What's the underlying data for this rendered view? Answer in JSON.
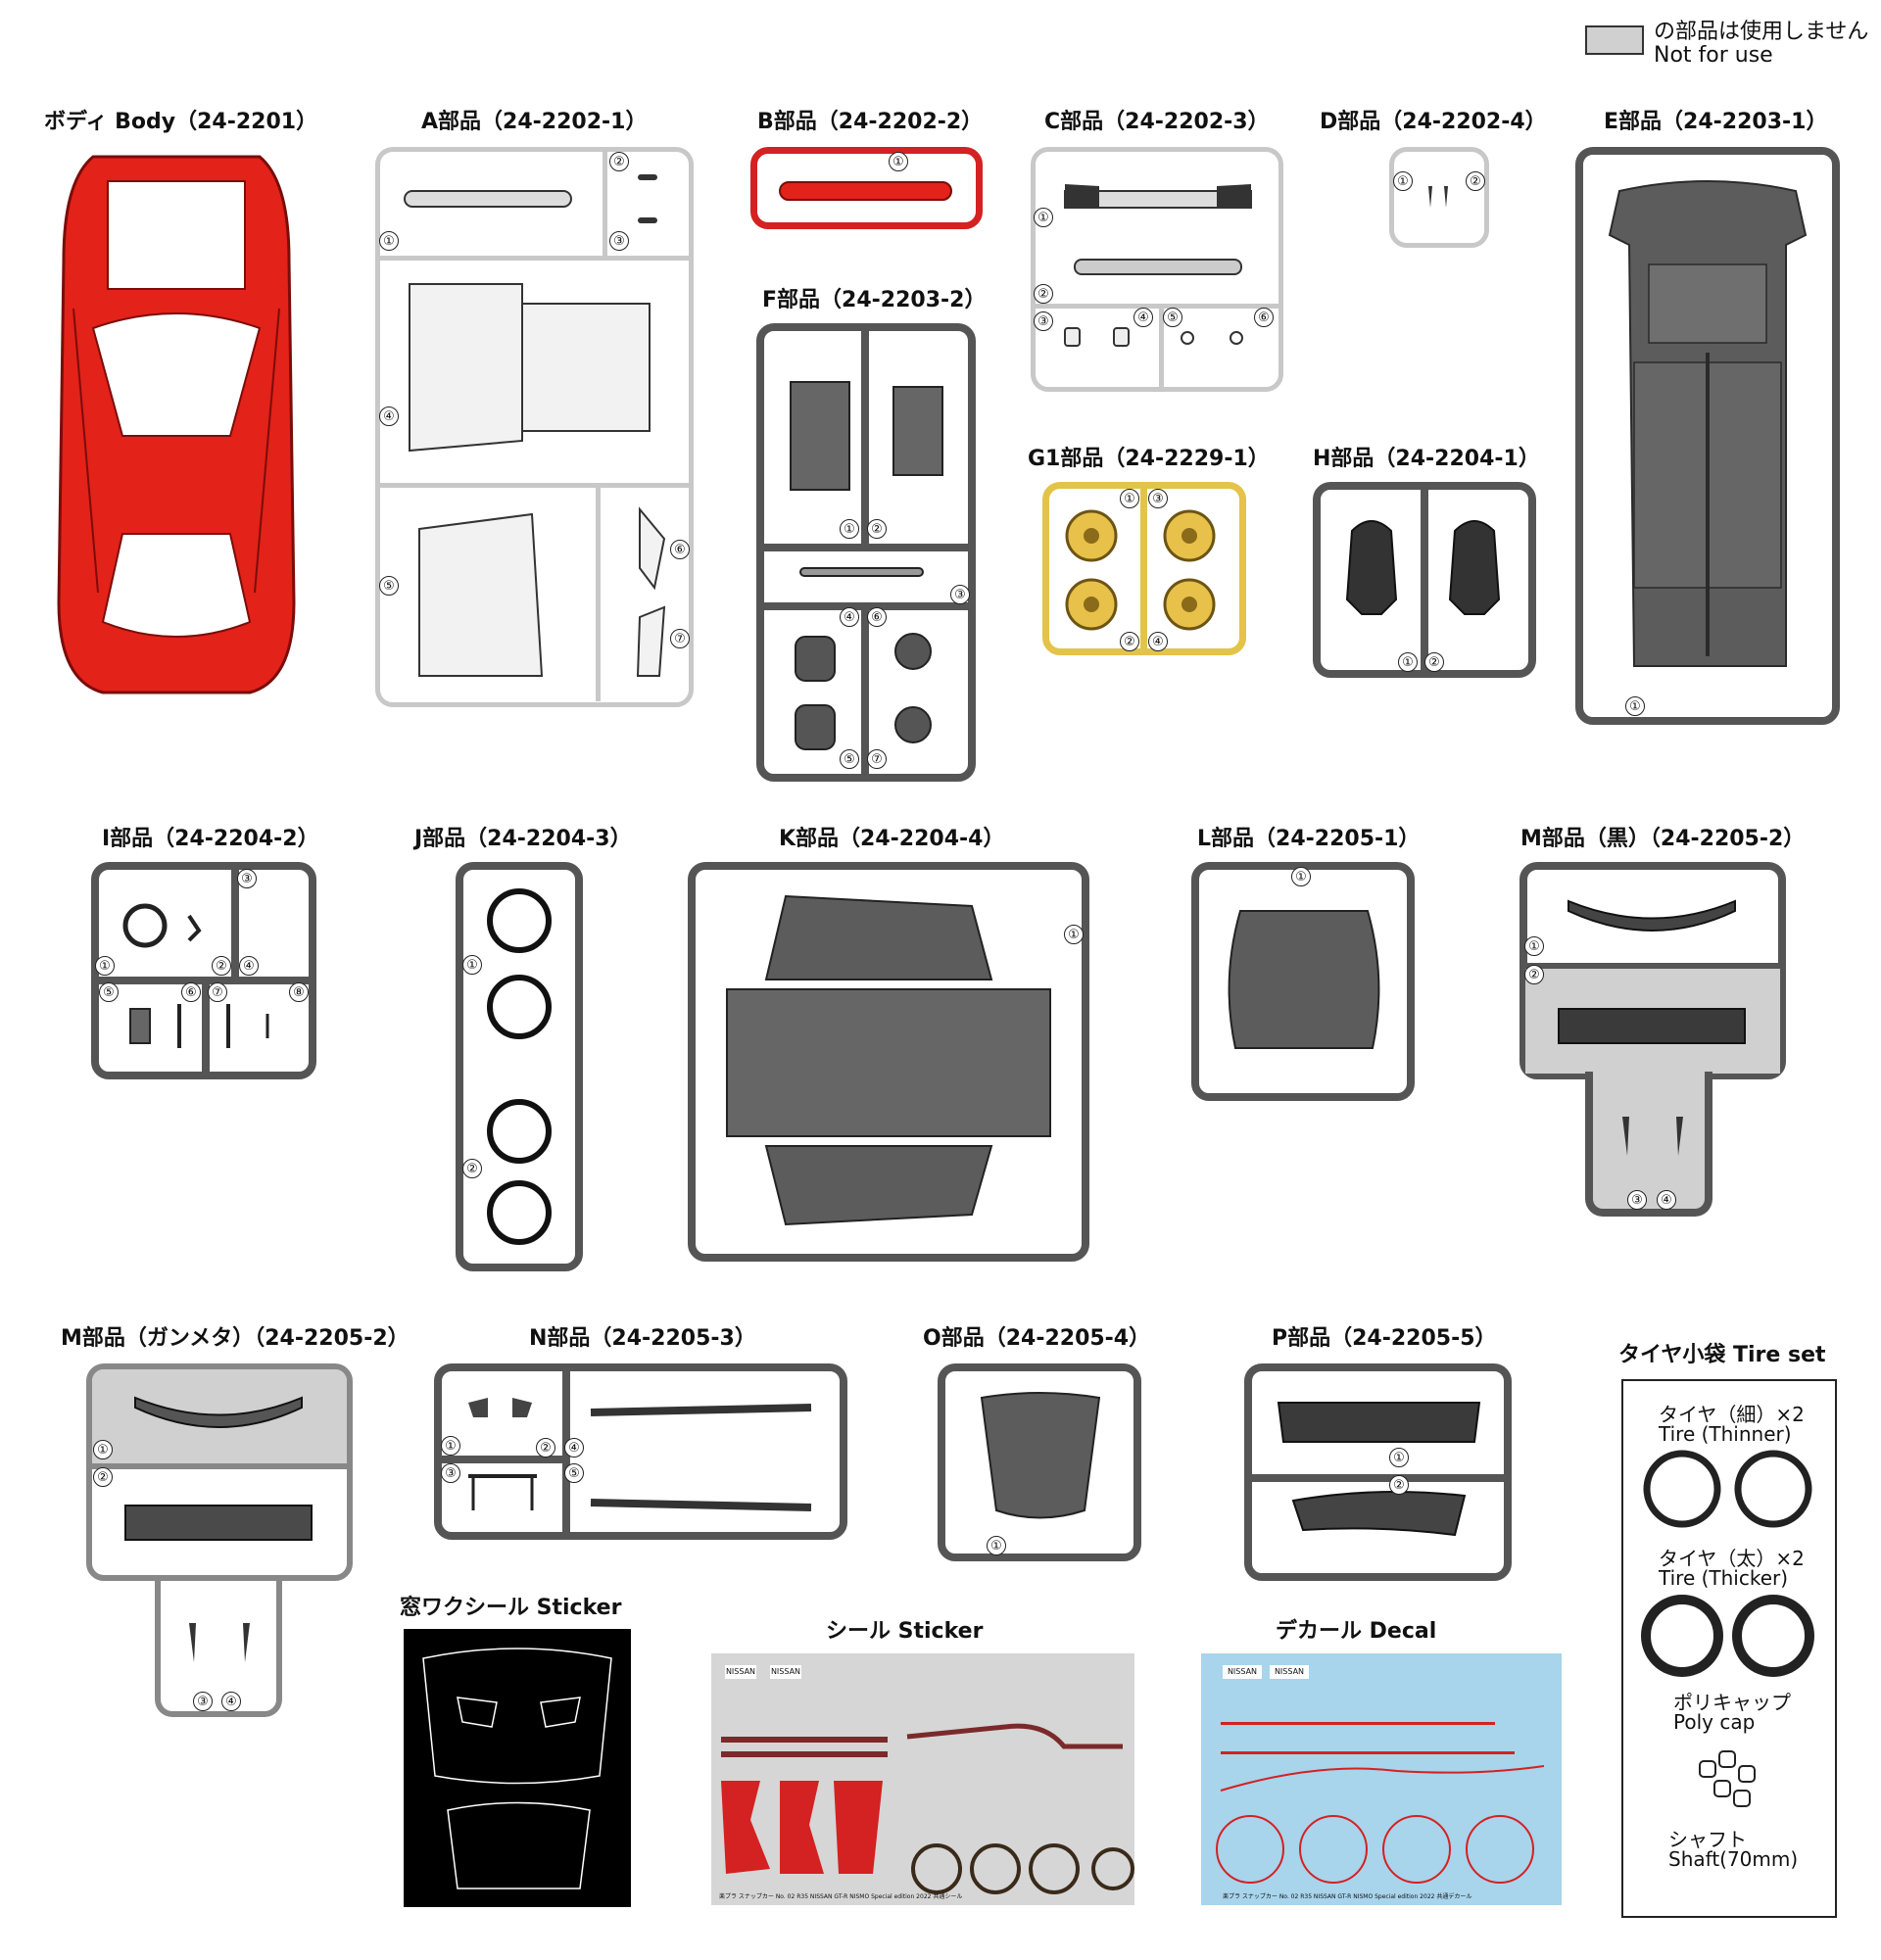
{
  "legend": {
    "line1": "の部品は使用しません",
    "line2": "Not for use",
    "swatch_color": "#d0d0d0"
  },
  "colors": {
    "body_red": "#e32219",
    "frame_gray": "#555555",
    "frame_light": "#c8c8c8",
    "gold": "#e3c34a",
    "decal_blue": "#a8d4ec"
  },
  "parts": {
    "body": {
      "title": "ボディ Body（24-2201）"
    },
    "a": {
      "title": "A部品（24-2202-1）",
      "numbers": [
        "①",
        "②",
        "③",
        "④",
        "⑤",
        "⑥",
        "⑦"
      ]
    },
    "b": {
      "title": "B部品（24-2202-2）",
      "numbers": [
        "①"
      ]
    },
    "c": {
      "title": "C部品（24-2202-3）",
      "numbers": [
        "①",
        "②",
        "③",
        "④",
        "⑤",
        "⑥"
      ]
    },
    "d": {
      "title": "D部品（24-2202-4）",
      "numbers": [
        "①",
        "②"
      ]
    },
    "e": {
      "title": "E部品（24-2203-1）",
      "numbers": [
        "①"
      ]
    },
    "f": {
      "title": "F部品（24-2203-2）",
      "numbers": [
        "①",
        "②",
        "③",
        "④",
        "⑥",
        "⑤",
        "⑦"
      ]
    },
    "g1": {
      "title": "G1部品（24-2229-1）",
      "numbers": [
        "①",
        "③",
        "②",
        "④"
      ]
    },
    "h": {
      "title": "H部品（24-2204-1）",
      "numbers": [
        "①",
        "②"
      ]
    },
    "i": {
      "title": "I部品（24-2204-2）",
      "numbers": [
        "③",
        "①",
        "②",
        "④",
        "⑤",
        "⑥",
        "⑦",
        "⑧"
      ]
    },
    "j": {
      "title": "J部品（24-2204-3）",
      "numbers": [
        "①",
        "②"
      ]
    },
    "k": {
      "title": "K部品（24-2204-4）",
      "numbers": [
        "①"
      ]
    },
    "l": {
      "title": "L部品（24-2205-1）",
      "numbers": [
        "①"
      ]
    },
    "m_black": {
      "title": "M部品（黒）（24-2205-2）",
      "numbers": [
        "①",
        "②",
        "③",
        "④"
      ]
    },
    "m_gun": {
      "title": "M部品（ガンメタ）（24-2205-2）",
      "numbers": [
        "①",
        "②",
        "③",
        "④"
      ]
    },
    "n": {
      "title": "N部品（24-2205-3）",
      "numbers": [
        "①",
        "②",
        "④",
        "③",
        "⑤"
      ]
    },
    "o": {
      "title": "O部品（24-2205-4）",
      "numbers": [
        "①"
      ]
    },
    "p": {
      "title": "P部品（24-2205-5）",
      "numbers": [
        "①",
        "②"
      ]
    }
  },
  "stickers": {
    "window": "窓ワクシール Sticker",
    "seal": "シール Sticker",
    "decal": "デカール  Decal",
    "nissan_label": "NISSAN",
    "seal_footer": "楽プラ スナップカー No. 02 R35 NISSAN GT-R NISMO Special edition 2022 共通シール",
    "decal_footer": "楽プラ スナップカー No. 02 R35 NISSAN GT-R NISMO Special edition 2022 共通デカール"
  },
  "tire_set": {
    "title": "タイヤ小袋  Tire set",
    "thin_jp": "タイヤ（細）×2",
    "thin_en": "Tire (Thinner)",
    "thick_jp": "タイヤ（太）×2",
    "thick_en": "Tire (Thicker)",
    "poly_jp": "ポリキャップ",
    "poly_en": "Poly cap",
    "shaft_jp": "シャフト",
    "shaft_en": "Shaft(70mm)"
  }
}
